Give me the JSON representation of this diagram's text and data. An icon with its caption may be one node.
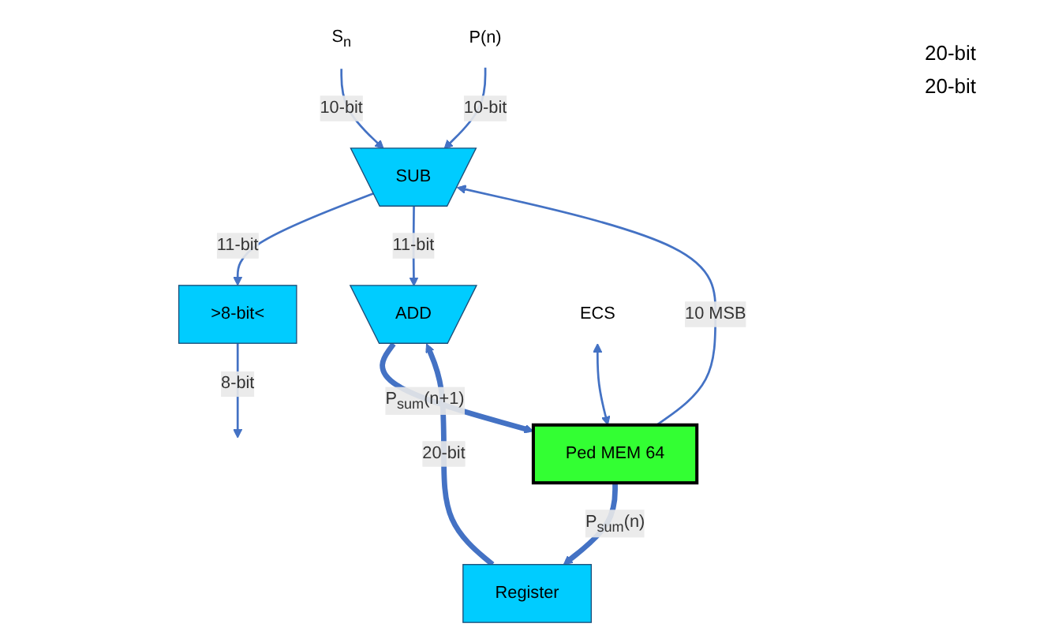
{
  "diagram": {
    "nodes": [
      {
        "text": [
          "S$_{n}$"
        ]
      },
      {
        "text": [
          "P(n)"
        ]
      },
      {
        "text": [
          "SUB"
        ]
      },
      {
        "text": [
          ">8-bit<"
        ]
      },
      {
        "text": [
          "Register"
        ]
      },
      {
        "text": [
          "ADD"
        ]
      },
      {
        "text": [
          "Ped MEM 64"
        ]
      },
      {
        "text": [
          "ECS"
        ]
      }
    ],
    "edges": [
      {
        "from": 0,
        "to": 2,
        "arrow": "to",
        "label": "10-bit"
      },
      {
        "from": 1,
        "to": 2,
        "arrow": "to",
        "label": "10-bit"
      },
      {
        "from": 6,
        "to": 4,
        "arrow": "to",
        "style": "thick",
        "label": "P$_{sum}$(n)"
      },
      {
        "from": 6,
        "to": 2,
        "arrow": "to",
        "label": "10 MSB"
      },
      {
        "from": 2,
        "to": 3,
        "arrow": "to",
        "label": "11-bit"
      },
      {
        "from": 2,
        "to": 5,
        "arrow": "to",
        "label": "11-bit"
      },
      {
        "from": 3,
        "to": null,
        "arrow": "to",
        "label": "8-bit"
      },
      {
        "from": 4,
        "to": 5,
        "arrow": "to",
        "style": "thick",
        "label": "20-bit"
      },
      {
        "from": 5,
        "to": 6,
        "arrow": "to",
        "style": "thick",
        "label": "P$_{sum}$(n+1)"
      },
      {
        "from": 7,
        "to": 6,
        "arrow": "both"
      }
    ],
    "labels": [
      "20-bit",
      "20-bit"
    ]
  }
}
